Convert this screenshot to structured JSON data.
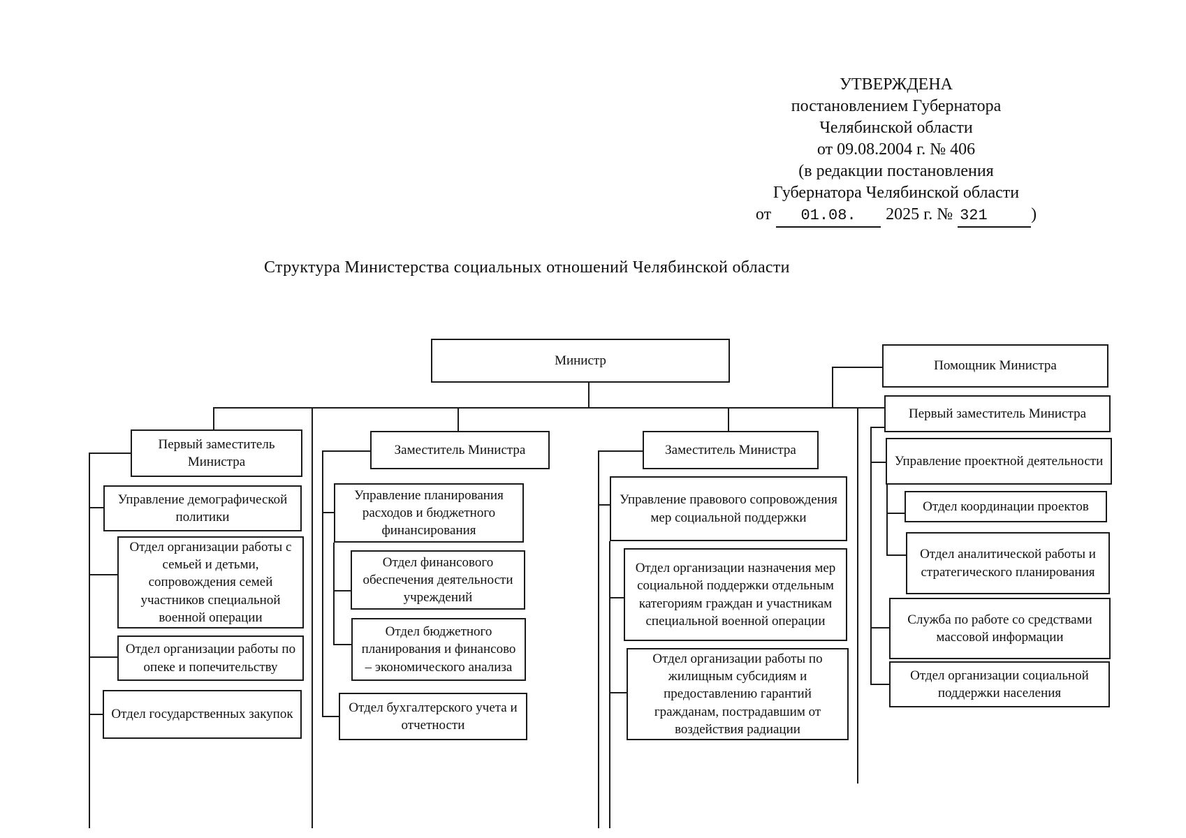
{
  "approval": {
    "lines": [
      "УТВЕРЖДЕНА",
      "постановлением Губернатора",
      "Челябинской области",
      "от 09.08.2004 г. № 406",
      "(в редакции постановления",
      "Губернатора Челябинской области"
    ],
    "last": {
      "prefix": "от",
      "date": "01.08.",
      "middle": "2025 г. №",
      "number": "321",
      "close": ")"
    }
  },
  "title": "Структура Министерства социальных отношений Челябинской области",
  "org": {
    "minister": "Министр",
    "assistant": "Помощник Министра",
    "col1": {
      "head": "Первый заместитель Министра",
      "items": [
        "Управление демографической политики",
        "Отдел организации работы с семьей и детьми, сопровождения семей участников специальной военной операции",
        "Отдел организации работы по опеке и попечительству",
        "Отдел государственных закупок"
      ]
    },
    "col2": {
      "head": "Заместитель Министра",
      "items": [
        "Управление планирования расходов и бюджетного финансирования",
        "Отдел финансового обеспечения деятельности учреждений",
        "Отдел бюджетного планирования и финансово – экономического анализа",
        "Отдел бухгалтерского учета и отчетности"
      ]
    },
    "col3": {
      "head": "Заместитель Министра",
      "items": [
        "Управление правового сопровождения мер социальной поддержки",
        "Отдел организации назначения мер социальной поддержки отдельным категориям граждан и участникам специальной военной операции",
        "Отдел организации работы по жилищным субсидиям и предоставлению гарантий гражданам, пострадавшим от воздействия радиации"
      ]
    },
    "col4": {
      "head": "Первый заместитель Министра",
      "items": [
        "Управление проектной деятельности",
        "Отдел координации проектов",
        "Отдел аналитической работы и стратегического планирования",
        "Служба по работе со средствами массовой информации",
        "Отдел организации социальной поддержки населения"
      ]
    }
  }
}
